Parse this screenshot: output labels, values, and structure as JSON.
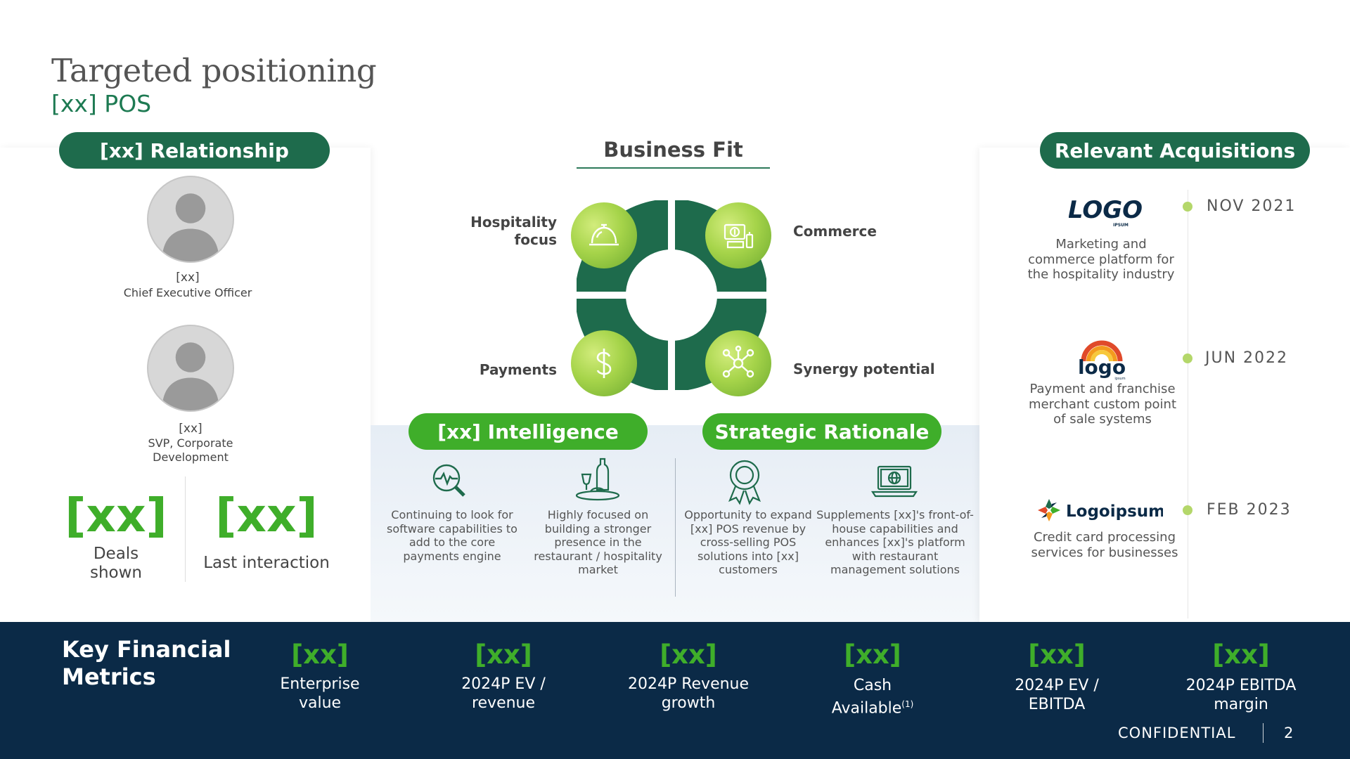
{
  "slide": {
    "title": "Targeted positioning",
    "subtitle": "[xx] POS"
  },
  "relationship": {
    "header": "[xx] Relationship",
    "people": [
      {
        "name": "[xx]",
        "role": "Chief Executive Officer"
      },
      {
        "name": "[xx]",
        "role": "SVP, Corporate Development"
      }
    ],
    "stats": [
      {
        "value": "[xx]",
        "label": "Deals shown"
      },
      {
        "value": "[xx]",
        "label": "Last interaction"
      }
    ]
  },
  "business_fit": {
    "title": "Business Fit",
    "labels": {
      "hospitality": "Hospitality focus",
      "commerce": "Commerce",
      "payments": "Payments",
      "synergy": "Synergy potential"
    }
  },
  "intelligence": {
    "header": "[xx] Intelligence",
    "items": [
      {
        "icon": "heartbeat-search-icon",
        "text": "Continuing to look for software capabilities to add to the core payments engine"
      },
      {
        "icon": "wine-dining-icon",
        "text": "Highly focused on building a stronger presence in the restaurant / hospitality market"
      }
    ]
  },
  "strategic": {
    "header": "Strategic Rationale",
    "items": [
      {
        "icon": "award-ribbon-icon",
        "text": "Opportunity to expand [xx] POS revenue by cross-selling POS solutions into [xx] customers"
      },
      {
        "icon": "laptop-globe-icon",
        "text": "Supplements [xx]'s front-of-house capabilities and enhances [xx]'s platform with restaurant management solutions"
      }
    ]
  },
  "acquisitions": {
    "header": "Relevant Acquisitions",
    "items": [
      {
        "logo_text": "LOGO",
        "logo_sub": "IPSUM",
        "date": "NOV 2021",
        "desc": "Marketing and commerce platform for the hospitality industry"
      },
      {
        "logo_text": "logo",
        "logo_sub": "ipsum",
        "date": "JUN 2022",
        "desc": "Payment and franchise merchant custom point of sale systems"
      },
      {
        "logo_text": "Logoipsum",
        "date": "FEB 2023",
        "desc": "Credit card processing services for businesses"
      }
    ]
  },
  "financials": {
    "title": "Key Financial Metrics",
    "metrics": [
      {
        "value": "[xx]",
        "label": "Enterprise value"
      },
      {
        "value": "[xx]",
        "label": "2024P EV / revenue"
      },
      {
        "value": "[xx]",
        "label": "2024P Revenue growth"
      },
      {
        "value": "[xx]",
        "label": "Cash Available",
        "footnote": "(1)"
      },
      {
        "value": "[xx]",
        "label": "2024P EV / EBITDA"
      },
      {
        "value": "[xx]",
        "label": "2024P EBITDA margin"
      }
    ]
  },
  "footer": {
    "confidential": "CONFIDENTIAL",
    "page": "2"
  },
  "colors": {
    "dark_green": "#1e6b4c",
    "light_green": "#3fae2a",
    "navy": "#0b2a47"
  }
}
